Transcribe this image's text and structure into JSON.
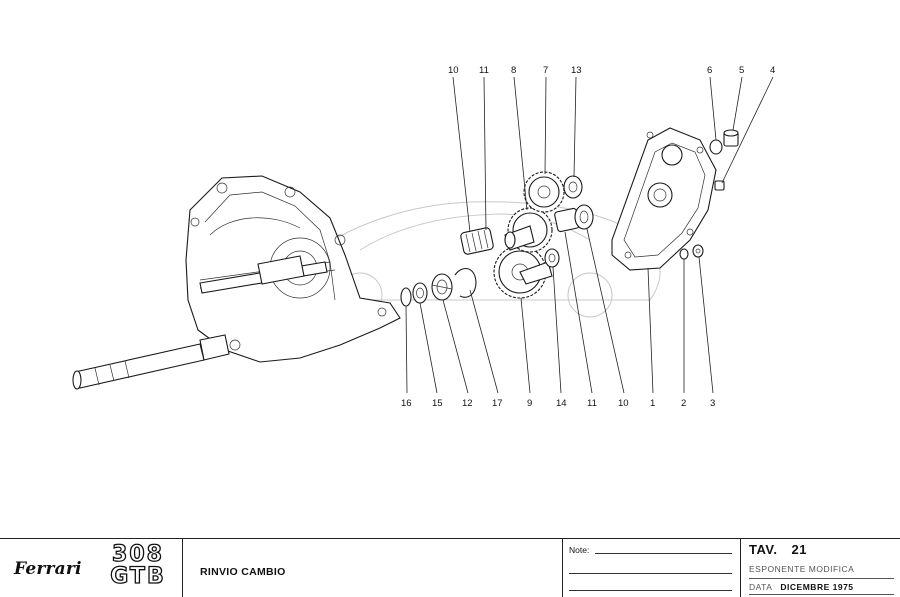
{
  "callouts_top": [
    "10",
    "11",
    "8",
    "7",
    "13",
    "6",
    "5",
    "4"
  ],
  "callouts_bottom": [
    "16",
    "15",
    "12",
    "17",
    "9",
    "14",
    "11",
    "10",
    "1",
    "2",
    "3"
  ],
  "title_block": {
    "brand": "Ferrari",
    "model_line1": "308",
    "model_line2": "GTB",
    "description": "RINVIO CAMBIO",
    "note_label": "Note:",
    "table_label": "TAV.",
    "table_number": "21",
    "modification_label": "ESPONENTE  MODIFICA",
    "date_label": "DATA",
    "date_value": "DICEMBRE 1975"
  }
}
